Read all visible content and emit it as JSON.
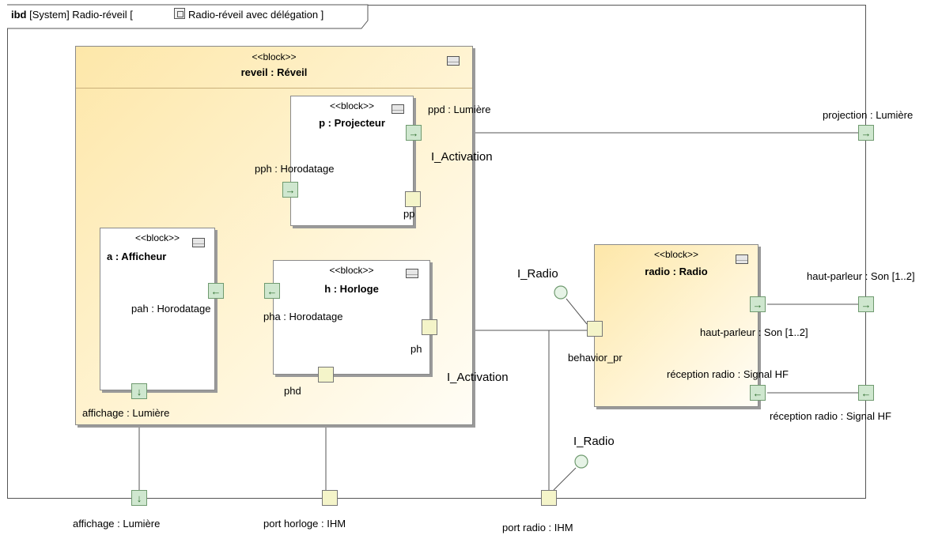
{
  "frame": {
    "kind": "ibd",
    "title_part1": "[System] Radio-réveil [",
    "title_part2": "Radio-réveil avec délégation ]",
    "icon": "diagram-icon"
  },
  "blocks": {
    "reveil": {
      "stereotype": "<<block>>",
      "name": "reveil : Réveil"
    },
    "projecteur": {
      "stereotype": "<<block>>",
      "name": "p : Projecteur"
    },
    "afficheur": {
      "stereotype": "<<block>>",
      "name": "a : Afficheur"
    },
    "horloge": {
      "stereotype": "<<block>>",
      "name": "h : Horloge"
    },
    "radio": {
      "stereotype": "<<block>>",
      "name": "radio : Radio"
    }
  },
  "ports": {
    "ppd": "ppd : Lumière",
    "pph": "pph : Horodatage",
    "pp": "pp",
    "pah": "pah : Horodatage",
    "pha": "pha : Horodatage",
    "ph": "ph",
    "phd": "phd",
    "affichage_inner": "affichage : Lumière",
    "projection": "projection : Lumière",
    "haut_parleur_outer": "haut-parleur : Son [1..2]",
    "haut_parleur_inner": "haut-parleur : Son [1..2]",
    "reception_inner": "réception radio : Signal HF",
    "reception_outer": "réception radio : Signal HF",
    "behavior_pr": "behavior_pr",
    "affichage_outer": "affichage : Lumière",
    "port_horloge": "port horloge : IHM",
    "port_radio": "port radio : IHM"
  },
  "interfaces": {
    "activation_top": "I_Activation",
    "activation_bottom": "I_Activation",
    "radio_top": "I_Radio",
    "radio_bottom": "I_Radio"
  },
  "icons": [
    "diagram-icon",
    "block-compartment-icon",
    "arrow-in-icon",
    "arrow-out-icon",
    "lollipop-interface-icon",
    "socket-interface-icon"
  ]
}
